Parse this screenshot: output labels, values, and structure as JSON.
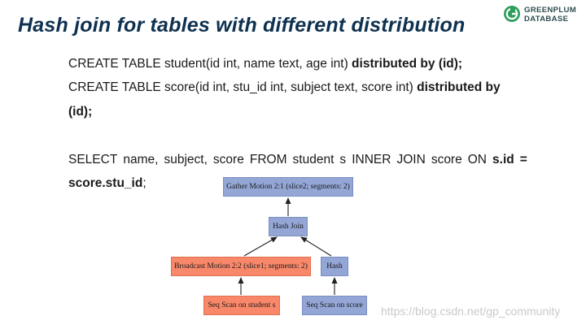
{
  "slide": {
    "title": "Hash join for tables with different distribution",
    "logo": {
      "line1": "GREENPLUM",
      "line2": "DATABASE",
      "mark_color": "#2e9e5c"
    },
    "sql": {
      "line1": {
        "plain": "CREATE TABLE student(id int, name text, age int) ",
        "bold": "distributed by (id);"
      },
      "line2": {
        "plain": "CREATE TABLE score(id int, stu_id int, subject text, score int) ",
        "bold": "distributed by"
      },
      "line3": {
        "bold": "(id);"
      },
      "line4": {
        "words": [
          "SELECT",
          "name,",
          "subject,",
          "score",
          "FROM",
          "student",
          "s",
          "INNER",
          "JOIN",
          "score",
          "ON"
        ],
        "bold_words": [
          "s.id",
          "="
        ]
      },
      "line5": {
        "bold": "score.stu_id",
        "plain": ";"
      }
    },
    "plan": {
      "gather": "Gather Motion 2:1 (slice2; segments: 2)",
      "hash_join": "Hash Join",
      "broadcast": "Broadcast Motion 2:2 (slice1; segments: 2)",
      "hash": "Hash",
      "scan_student": "Seq Scan on student s",
      "scan_score": "Seq Scan on score",
      "colors": {
        "blue": "#94a6d6",
        "orange": "#f9886a"
      }
    },
    "watermark": "https://blog.csdn.net/gp_community"
  }
}
